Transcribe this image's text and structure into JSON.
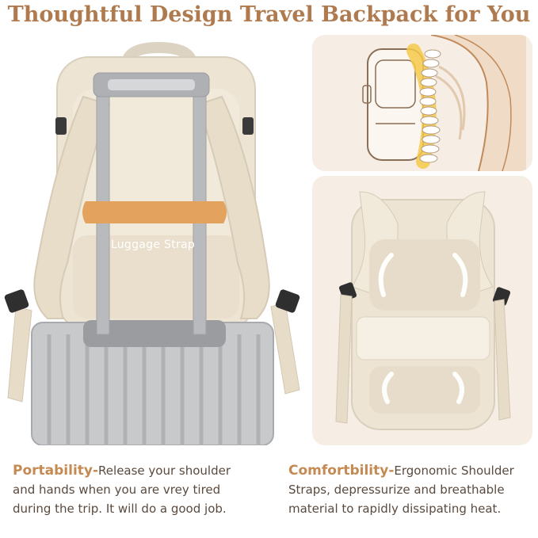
{
  "headline": "Thoughtful Design Travel Backpack for You",
  "luggage_strap_label": "Luggage Strap",
  "features": [
    {
      "title": "Portability",
      "separator": "-",
      "line1": "Release your shoulder",
      "line2": "and hands when you are vrey tired",
      "line3": "during the trip. It will do a good job."
    },
    {
      "title": "Comfortbility",
      "separator": "-",
      "line1": "Ergonomic Shoulder",
      "line2": "Straps, depressurize and breathable",
      "line3": "material to rapidly dissipating heat."
    }
  ],
  "colors": {
    "title": "#b07a4f",
    "accent": "#c48a52",
    "strap": "#e4a25f",
    "backpack": "#ede4d3",
    "panel": "#f6ede4"
  }
}
